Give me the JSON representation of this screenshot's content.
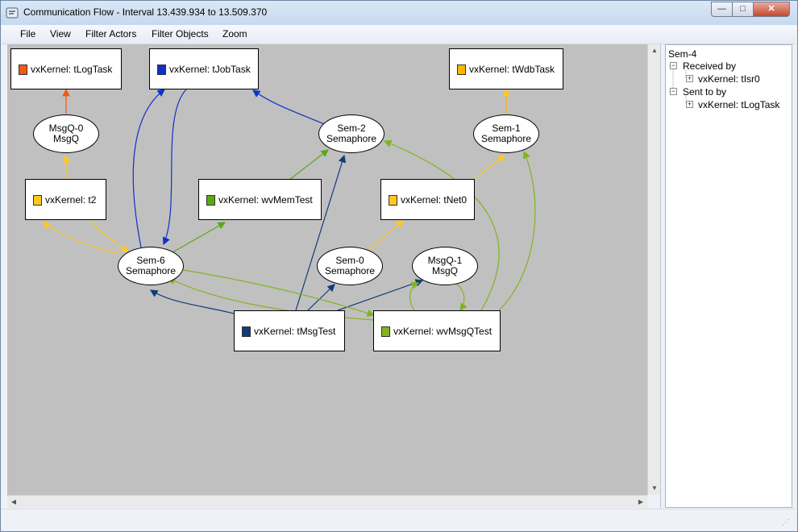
{
  "window": {
    "title": "Communication Flow - Interval 13.439.934 to 13.509.370",
    "buttons": {
      "minimize": "—",
      "maximize": "□",
      "close": "✕"
    }
  },
  "menu": [
    "File",
    "View",
    "Filter Actors",
    "Filter Objects",
    "Zoom"
  ],
  "colors": {
    "canvas": "#c0c0c0",
    "orange": "#f05a13",
    "blue": "#1030c8",
    "yellow": "#ffc81e",
    "green": "#5aa814",
    "navy": "#103c78",
    "lime": "#82b41e"
  },
  "actors": [
    {
      "id": "tLogTask",
      "label": "vxKernel: tLogTask",
      "color": "#f05a13"
    },
    {
      "id": "tJobTask",
      "label": "vxKernel: tJobTask",
      "color": "#1030c8"
    },
    {
      "id": "tWdbTask",
      "label": "vxKernel: tWdbTask",
      "color": "#ffb400"
    },
    {
      "id": "t2",
      "label": "vxKernel: t2",
      "color": "#ffc81e"
    },
    {
      "id": "wvMemTest",
      "label": "vxKernel: wvMemTest",
      "color": "#5aa814"
    },
    {
      "id": "tNet0",
      "label": "vxKernel: tNet0",
      "color": "#ffc81e"
    },
    {
      "id": "tMsgTest",
      "label": "vxKernel: tMsgTest",
      "color": "#103c78"
    },
    {
      "id": "wvMsgQTest",
      "label": "vxKernel: wvMsgQTest",
      "color": "#82b41e"
    }
  ],
  "objects": [
    {
      "id": "msgq0",
      "name": "MsgQ-0",
      "type": "MsgQ"
    },
    {
      "id": "sem2",
      "name": "Sem-2",
      "type": "Semaphore"
    },
    {
      "id": "sem1",
      "name": "Sem-1",
      "type": "Semaphore"
    },
    {
      "id": "sem6",
      "name": "Sem-6",
      "type": "Semaphore"
    },
    {
      "id": "sem0",
      "name": "Sem-0",
      "type": "Semaphore"
    },
    {
      "id": "msgq1",
      "name": "MsgQ-1",
      "type": "MsgQ"
    }
  ],
  "tree": {
    "root": "Sem-4",
    "received_by": {
      "label": "Received by",
      "child": "vxKernel: tIsr0"
    },
    "sent_to_by": {
      "label": "Sent to by",
      "child": "vxKernel: tLogTask"
    }
  }
}
